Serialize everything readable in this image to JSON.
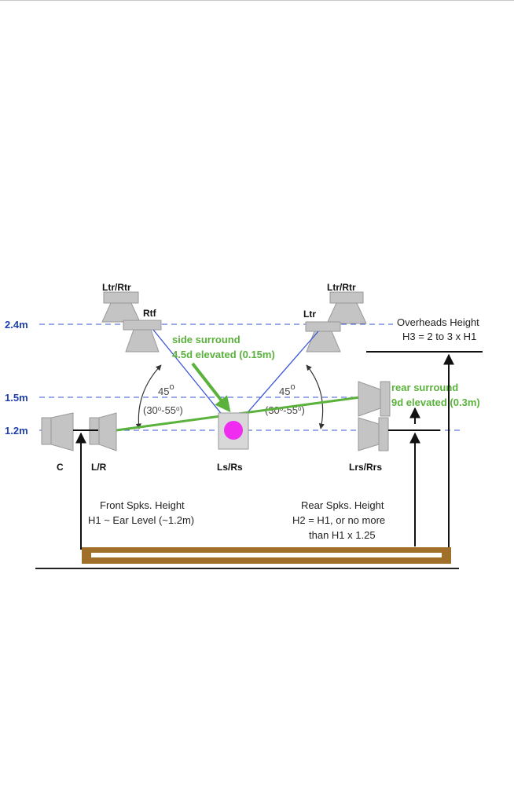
{
  "heights": {
    "h24": "2.4m",
    "h15": "1.5m",
    "h12": "1.2m"
  },
  "speakers": {
    "ltr_rtr_left": "Ltr/Rtr",
    "ltr_rtr_right": "Ltr/Rtr",
    "rtf": "Rtf",
    "ltr": "Ltr",
    "c": "C",
    "lr": "L/R",
    "lsrs": "Ls/Rs",
    "lrsrrs": "Lrs/Rrs"
  },
  "angles": {
    "left_main": "45",
    "left_range": "(30",
    "left_range_mid": "-55",
    "left_range_end": ")",
    "right_main": "45",
    "right_range": "(30",
    "right_range_mid": "-55",
    "right_range_end": ")",
    "degree": "o"
  },
  "annotations": {
    "side_line1": "side surround",
    "side_line2": "4.5d elevated (0.15m)",
    "rear_line1": "rear surround",
    "rear_line2": "9d elevated (0.3m)",
    "overheads_line1": "Overheads Height",
    "overheads_line2": "H3 = 2 to 3 x H1",
    "front_line1": "Front Spks. Height",
    "front_line2": "H1 ~ Ear Level (~1.2m)",
    "rear_h_line1": "Rear Spks. Height",
    "rear_h_line2": "H2 = H1, or no more",
    "rear_h_line3": "than H1 x 1.25"
  },
  "colors": {
    "guide_blue": "#3a55d9",
    "label_blue": "#1f3fb0",
    "green": "#5ab23c",
    "magenta": "#f02cf0",
    "speaker_gray": "#c4c4c4",
    "floor_brown": "#a0702a"
  }
}
